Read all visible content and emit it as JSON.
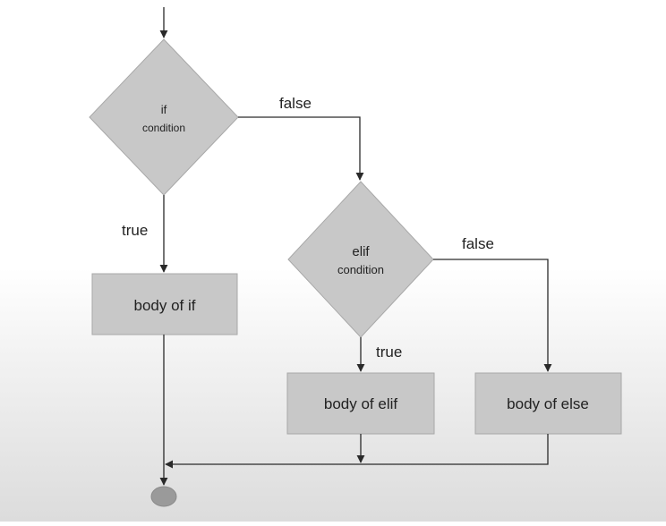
{
  "flowchart": {
    "if_decision": {
      "line1": "if",
      "line2": "condition"
    },
    "elif_decision": {
      "line1": "elif",
      "line2": "condition"
    },
    "boxes": {
      "body_if": "body of if",
      "body_elif": "body of elif",
      "body_else": "body of else"
    },
    "edges": {
      "if_false": "false",
      "if_true": "true",
      "elif_false": "false",
      "elif_true": "true"
    }
  },
  "colors": {
    "node_fill": "#c8c8c8",
    "node_stroke": "#a8a8a8",
    "line": "#2a2a2a",
    "terminal": "#9a9a9a"
  }
}
